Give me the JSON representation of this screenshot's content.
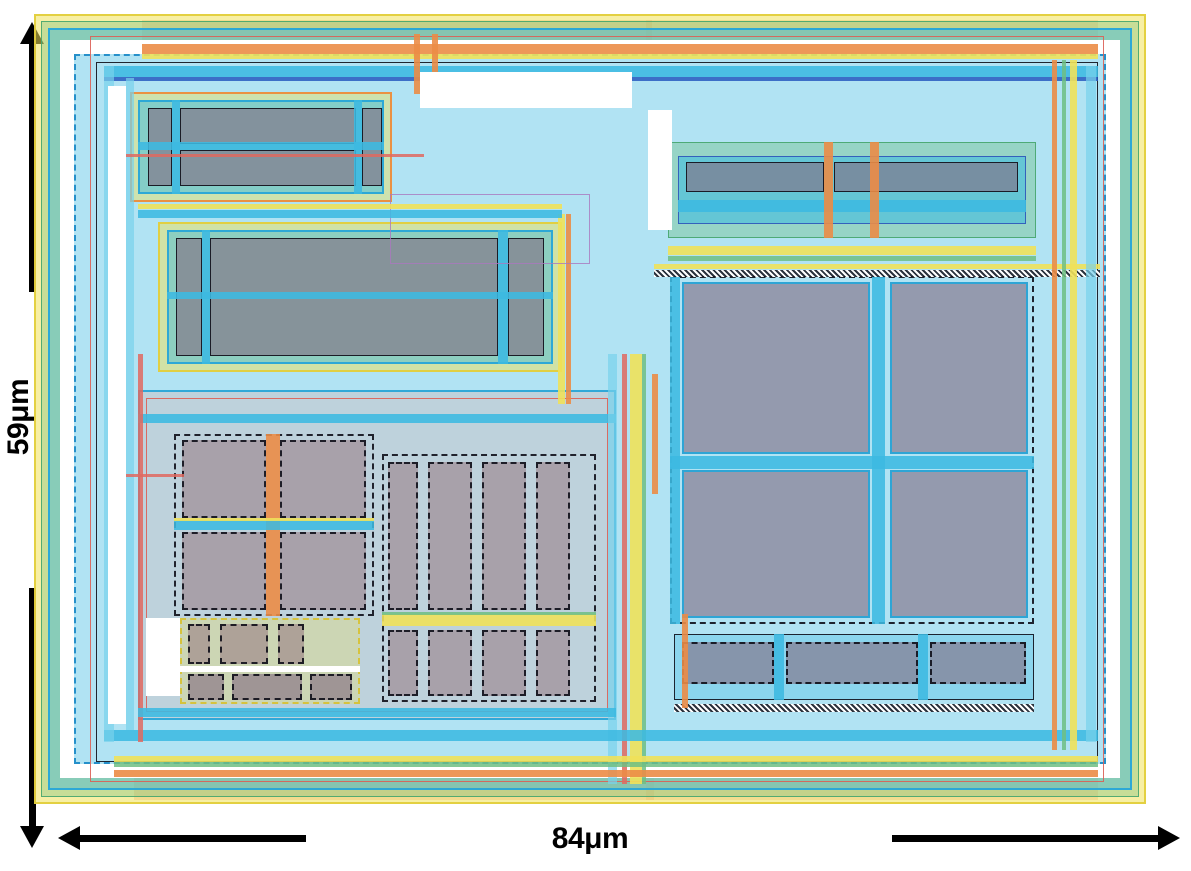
{
  "figure": {
    "kind": "ic-mask-layout",
    "description": "Integrated circuit mask layout plot with overall die dimension annotations",
    "background_color": "#ffffff"
  },
  "dimensions": {
    "vertical": {
      "label": "59μm",
      "value": 59,
      "unit": "μm",
      "orientation": "vertical",
      "arrow_up_name": "dimension-arrow-up",
      "arrow_down_name": "dimension-arrow-down"
    },
    "horizontal": {
      "label": "84μm",
      "value": 84,
      "unit": "μm",
      "orientation": "horizontal",
      "arrow_left_name": "dimension-arrow-left",
      "arrow_right_name": "dimension-arrow-right"
    }
  },
  "palette": {
    "metal1_cyan": "#3cb9e1",
    "metal2_yellow": "#f0e15a",
    "poly_orange": "#eb8c46",
    "diffusion_pink": "#ec968c",
    "nwell_lavender": "#c6aad2",
    "green_layer": "#6ebe82",
    "blue_layer": "#285abe",
    "red_layer": "#e1695f",
    "device_fill": "#826e82",
    "outline_black": "#0f0f19",
    "arrow_black": "#000000"
  },
  "blocks": [
    {
      "name": "die-outline-ring",
      "role": "seal-ring / die boundary"
    },
    {
      "name": "left-upper-cell",
      "role": "small transistor row, upper left"
    },
    {
      "name": "left-mid-capacitor",
      "role": "large hatched device, mid left"
    },
    {
      "name": "left-lower-array",
      "role": "4-quadrant contacted device array"
    },
    {
      "name": "left-lower-finger-array",
      "role": "multi-finger transistor array"
    },
    {
      "name": "left-bottom-small-cells",
      "role": "small cell cluster, bottom left"
    },
    {
      "name": "right-upper-cell",
      "role": "transistor row, upper right"
    },
    {
      "name": "right-main-array",
      "role": "large 2x2 hatched device block"
    },
    {
      "name": "right-lower-row",
      "role": "lower transistor row, right"
    },
    {
      "name": "nwell-region-center",
      "role": "lavender n-well region, center top"
    },
    {
      "name": "pwell-region-right",
      "role": "salmon bulk/implant region, right half"
    }
  ]
}
